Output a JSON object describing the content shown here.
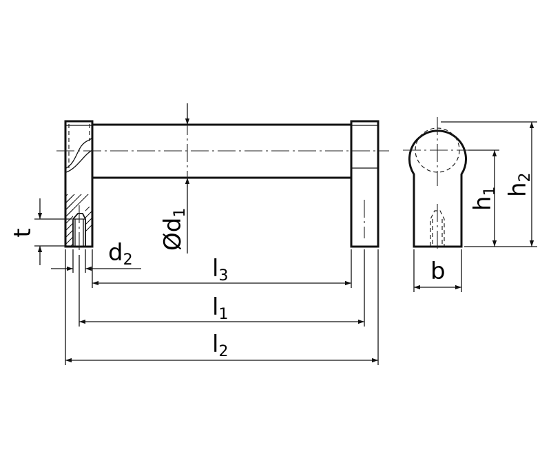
{
  "labels": {
    "t": "t",
    "d2": {
      "main": "d",
      "sub": "2"
    },
    "d1": {
      "main": "Ød",
      "sub": "1"
    },
    "l3": {
      "main": "l",
      "sub": "3"
    },
    "l1": {
      "main": "l",
      "sub": "1"
    },
    "l2": {
      "main": "l",
      "sub": "2"
    },
    "h1": {
      "main": "h",
      "sub": "1"
    },
    "h2": {
      "main": "h",
      "sub": "2"
    },
    "b": "b"
  }
}
